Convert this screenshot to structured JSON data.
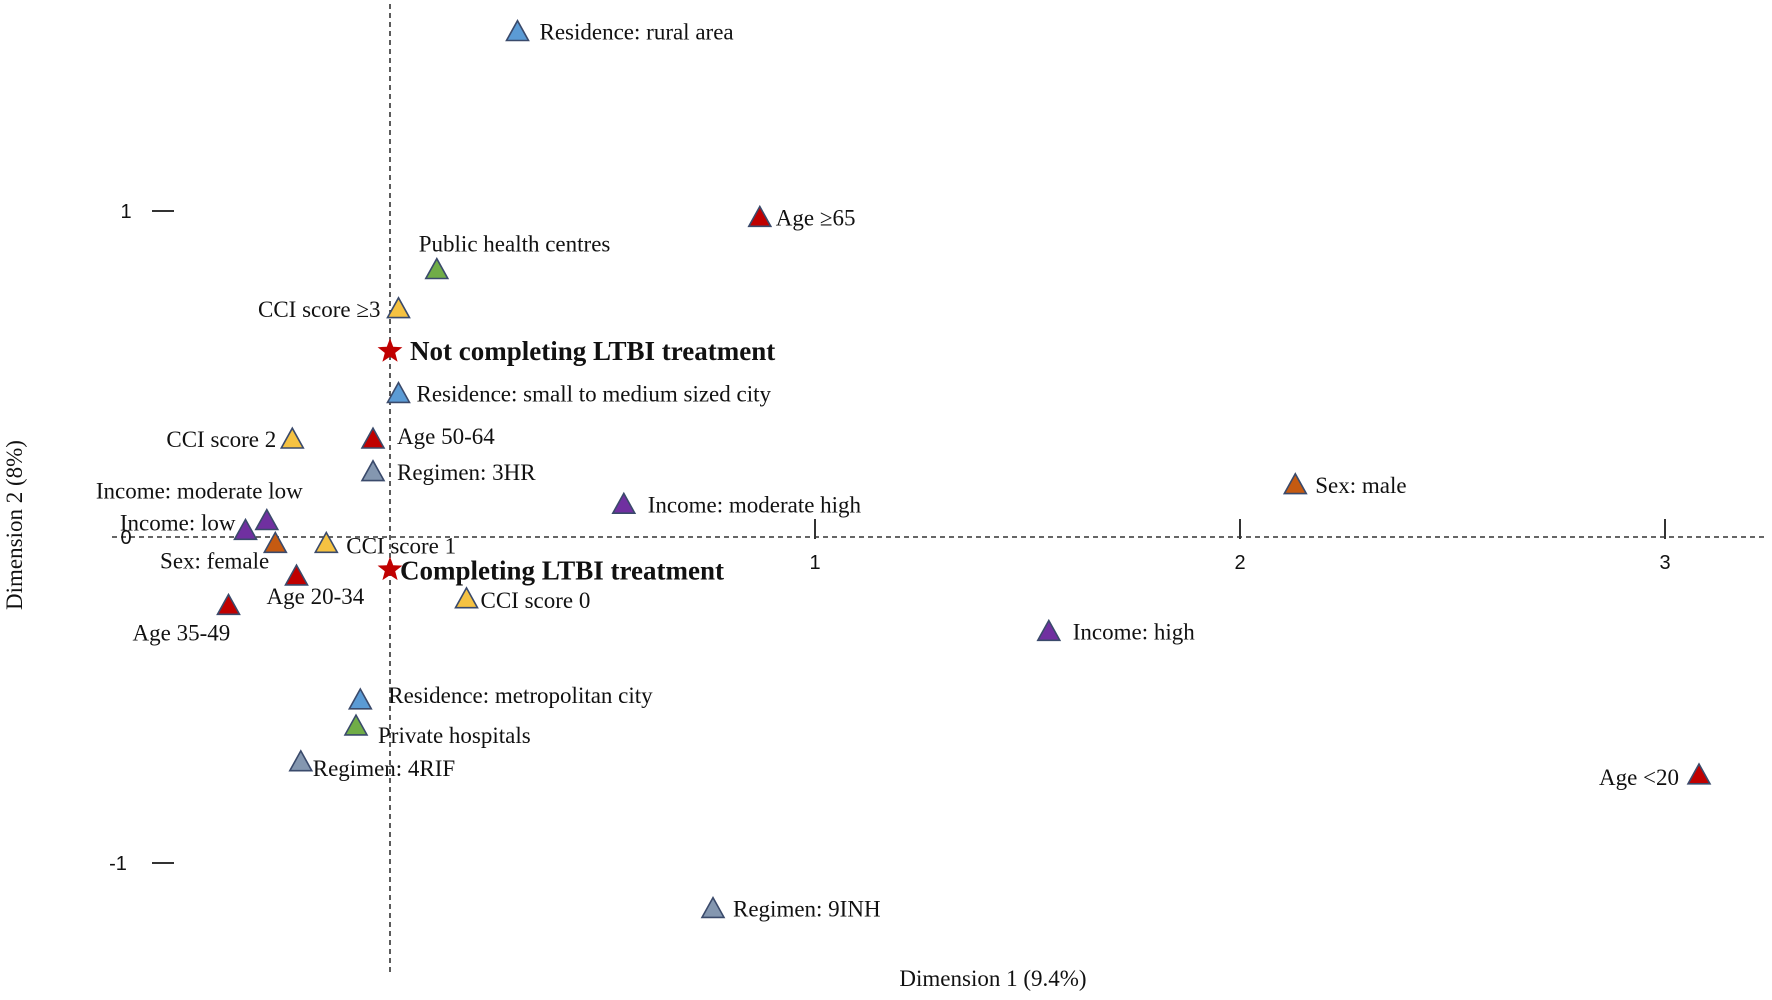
{
  "chart_data": {
    "type": "scatter",
    "title": "",
    "xlabel": "Dimension 1 (9.4%)",
    "ylabel": "Dimension 2 (8%)",
    "xlim": [
      -0.95,
      3.2
    ],
    "ylim": [
      -1.3,
      1.55
    ],
    "x_ticks": [
      1,
      2,
      3
    ],
    "y_ticks": [
      1,
      0,
      -1
    ],
    "grid": false,
    "reference_lines": "dashed lines at x = 0 and y = 0",
    "marker_colors": {
      "residence": "#5b9bd5",
      "age": "#c00000",
      "cci": "#f5c242",
      "income": "#7030a0",
      "sex": "#c55a11",
      "facility": "#70ad47",
      "regimen": "#8497b0",
      "outcome": "#c00000"
    },
    "points": [
      {
        "label": "Residence: rural area",
        "x": 0.3,
        "y": 1.55,
        "group": "residence",
        "marker": "triangle"
      },
      {
        "label": "Age ≥65",
        "x": 0.87,
        "y": 0.98,
        "group": "age",
        "marker": "triangle"
      },
      {
        "label": "Public health centres",
        "x": 0.11,
        "y": 0.82,
        "group": "facility",
        "marker": "triangle"
      },
      {
        "label": "CCI score ≥3",
        "x": 0.02,
        "y": 0.7,
        "group": "cci",
        "marker": "triangle"
      },
      {
        "label": "Not completing LTBI treatment",
        "x": 0.0,
        "y": 0.57,
        "group": "outcome",
        "marker": "star"
      },
      {
        "label": "Residence: small to medium sized city",
        "x": 0.02,
        "y": 0.44,
        "group": "residence",
        "marker": "triangle"
      },
      {
        "label": "CCI score 2",
        "x": -0.23,
        "y": 0.3,
        "group": "cci",
        "marker": "triangle"
      },
      {
        "label": "Age 50-64",
        "x": -0.04,
        "y": 0.3,
        "group": "age",
        "marker": "triangle"
      },
      {
        "label": "Regimen: 3HR",
        "x": -0.04,
        "y": 0.2,
        "group": "regimen",
        "marker": "triangle"
      },
      {
        "label": "Income: moderate high",
        "x": 0.55,
        "y": 0.1,
        "group": "income",
        "marker": "triangle"
      },
      {
        "label": "Sex: male",
        "x": 2.13,
        "y": 0.16,
        "group": "sex",
        "marker": "triangle"
      },
      {
        "label": "Income: moderate low",
        "x": -0.29,
        "y": 0.05,
        "group": "income",
        "marker": "triangle"
      },
      {
        "label": "Income: low",
        "x": -0.34,
        "y": 0.02,
        "group": "income",
        "marker": "triangle"
      },
      {
        "label": "CCI score 1",
        "x": -0.15,
        "y": -0.02,
        "group": "cci",
        "marker": "triangle"
      },
      {
        "label": "Sex: female",
        "x": -0.27,
        "y": -0.02,
        "group": "sex",
        "marker": "triangle"
      },
      {
        "label": "Completing LTBI treatment",
        "x": 0.0,
        "y": -0.1,
        "group": "outcome",
        "marker": "star"
      },
      {
        "label": "Age 20-34",
        "x": -0.22,
        "y": -0.12,
        "group": "age",
        "marker": "triangle"
      },
      {
        "label": "Age 35-49",
        "x": -0.38,
        "y": -0.21,
        "group": "age",
        "marker": "triangle"
      },
      {
        "label": "CCI score 0",
        "x": 0.18,
        "y": -0.19,
        "group": "cci",
        "marker": "triangle"
      },
      {
        "label": "Income: high",
        "x": 1.55,
        "y": -0.29,
        "group": "income",
        "marker": "triangle"
      },
      {
        "label": "Residence: metropolitan city",
        "x": -0.07,
        "y": -0.5,
        "group": "residence",
        "marker": "triangle"
      },
      {
        "label": "Private hospitals",
        "x": -0.08,
        "y": -0.58,
        "group": "facility",
        "marker": "triangle"
      },
      {
        "label": "Regimen: 4RIF",
        "x": -0.21,
        "y": -0.69,
        "group": "regimen",
        "marker": "triangle"
      },
      {
        "label": "Age <20",
        "x": 3.08,
        "y": -0.73,
        "group": "age",
        "marker": "triangle"
      },
      {
        "label": "Regimen: 9INH",
        "x": 0.76,
        "y": -1.14,
        "group": "regimen",
        "marker": "triangle"
      }
    ]
  }
}
